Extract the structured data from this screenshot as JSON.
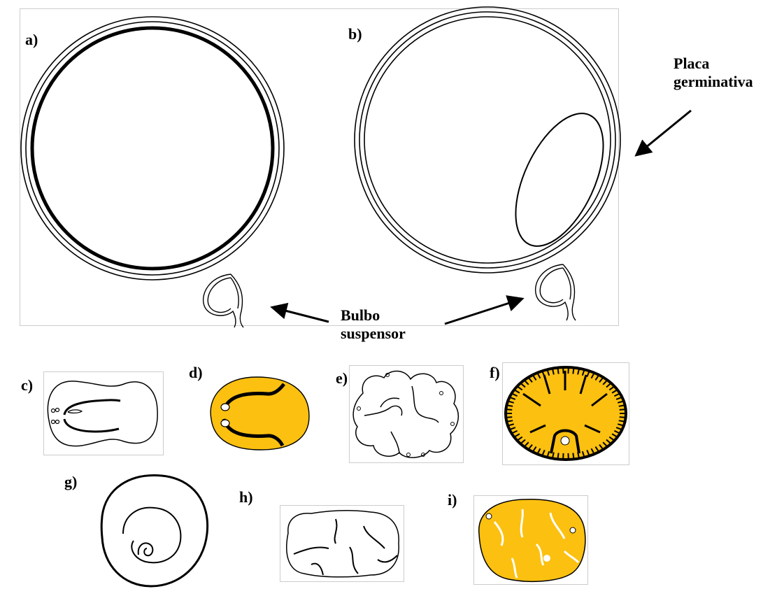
{
  "figure": {
    "panel_labels": {
      "a": "a)",
      "b": "b)",
      "c": "c)",
      "d": "d)",
      "e": "e)",
      "f": "f)",
      "g": "g)",
      "h": "h)",
      "i": "i)"
    },
    "annotations": {
      "placa_line1": "Placa",
      "placa_line2": "germinativa",
      "bulbo_line1": "Bulbo",
      "bulbo_line2": "suspensor"
    },
    "colors": {
      "fill_yellow": "#fcc010",
      "line": "#000000",
      "frame": "#cccccc"
    }
  }
}
